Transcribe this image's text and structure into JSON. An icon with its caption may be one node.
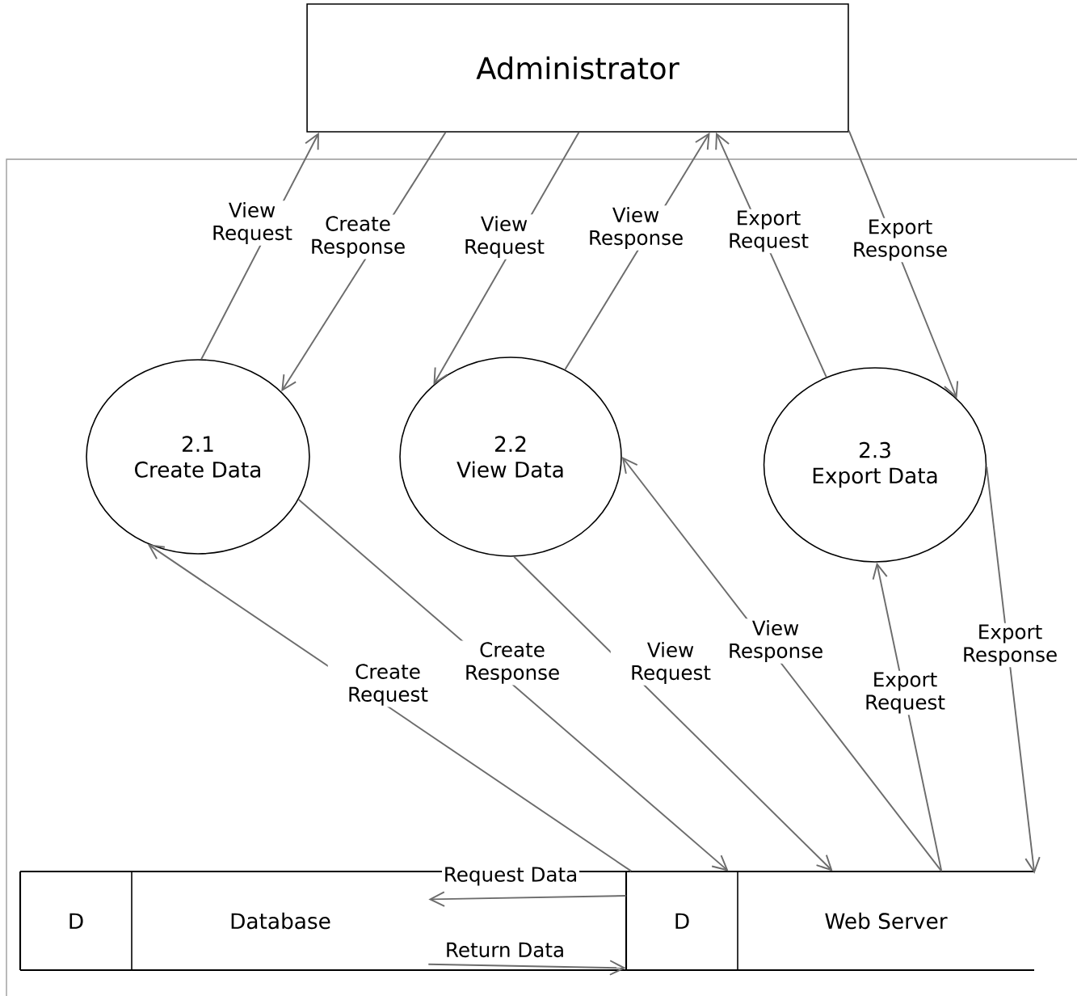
{
  "diagram": {
    "nodes": [
      {
        "text": [
          "Administrator"
        ]
      },
      {
        "text": [
          "2.1",
          "Create Data"
        ]
      },
      {
        "text": [
          "2.2",
          "View Data"
        ]
      },
      {
        "text": [
          "2.3",
          "Export Data"
        ]
      },
      {
        "text": [
          "D",
          "Database"
        ]
      },
      {
        "text": [
          "D",
          "Web Server"
        ]
      }
    ],
    "edges": [
      {
        "from": 1,
        "to": 0,
        "arrow": "to",
        "label": "View Request"
      },
      {
        "from": 0,
        "to": 1,
        "arrow": "to",
        "label": "Create Response"
      },
      {
        "from": 0,
        "to": 2,
        "arrow": "to",
        "label": "View Request"
      },
      {
        "from": 2,
        "to": 0,
        "arrow": "to",
        "label": "View Response"
      },
      {
        "from": 3,
        "to": 0,
        "arrow": "to",
        "label": "Export Request"
      },
      {
        "from": 0,
        "to": 3,
        "arrow": "to",
        "label": "Export Response"
      },
      {
        "from": 5,
        "to": 1,
        "arrow": "to",
        "label": "Create Request"
      },
      {
        "from": 1,
        "to": 5,
        "arrow": "to",
        "label": "Create Response"
      },
      {
        "from": 2,
        "to": 5,
        "arrow": "to",
        "label": "View Request"
      },
      {
        "from": 5,
        "to": 2,
        "arrow": "to",
        "label": "View Response"
      },
      {
        "from": 5,
        "to": 3,
        "arrow": "to",
        "label": "Export Request"
      },
      {
        "from": 3,
        "to": 5,
        "arrow": "to",
        "label": "Export Response"
      },
      {
        "from": 5,
        "to": 4,
        "arrow": "to",
        "label": "Request Data"
      },
      {
        "from": 4,
        "to": 5,
        "arrow": "to",
        "label": "Return Data"
      }
    ]
  }
}
